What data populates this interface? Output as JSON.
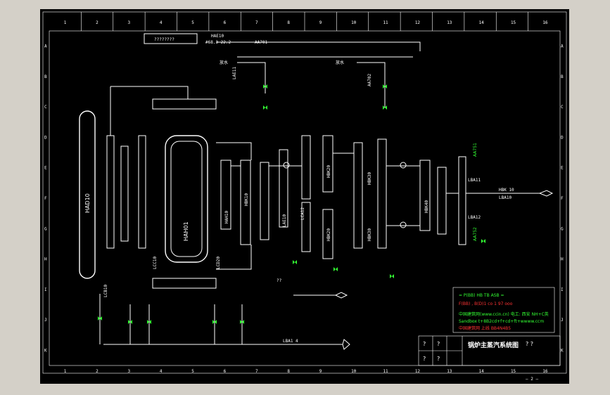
{
  "columns": [
    "1",
    "2",
    "3",
    "4",
    "5",
    "6",
    "7",
    "8",
    "9",
    "10",
    "11",
    "12",
    "13",
    "14",
    "15",
    "16"
  ],
  "rows": [
    "A",
    "B",
    "C",
    "D",
    "E",
    "F",
    "G",
    "H",
    "I",
    "J",
    "K"
  ],
  "title_block": {
    "drawing_title": "锅炉主蒸汽系统图",
    "q1": "?",
    "q2": "?",
    "q3": "? ?",
    "q4": "?",
    "q5": "?"
  },
  "legend": {
    "line1": "= P(BB)   HB TB ASB  =",
    "line2": "F(BB) , B(D)1    co 1 97 ooo",
    "line3": "中国建筑网(www.ccin.cn) 电工: 西安  NH+C英",
    "line4": "Sandbox  t+8B2cd+f+cd+ft+wwww.ccm",
    "line5": "中国建筑网 上线  BB4N4B5"
  },
  "equipment": {
    "drum": "HAD10",
    "separator": "HAH01",
    "header_a": "HAH10",
    "header_b": "HBK10",
    "header_c": "HBK20",
    "header_d": "HBK30",
    "header_e": "HBK20",
    "header_f": "HBK30",
    "header_g": "HBK40",
    "steam_a": "LBA11",
    "steam_b": "LBA12",
    "lca": "LAE10",
    "outlet": "LBA10",
    "outlet_tag": "HBK 10"
  },
  "labels": {
    "top_pipe": "HAE10",
    "top_pipe_val": "#68.3 22.2",
    "top_valve": "AA701",
    "left_box": "????????",
    "discharge1": "放水",
    "discharge2": "放水",
    "bottom_pipe": "LBA1 4",
    "bottom_q": "??",
    "sheet_no": "— 2 —",
    "tag_aa702": "AA702",
    "tag_aa751": "AA751",
    "tag_aa752": "AA752",
    "tag_lae": "LAE11",
    "tag_lca": "LCA12",
    "tag_lcc": "LCC10",
    "tag_lcb": "LCB10",
    "tag_lcd": "LCD20"
  }
}
